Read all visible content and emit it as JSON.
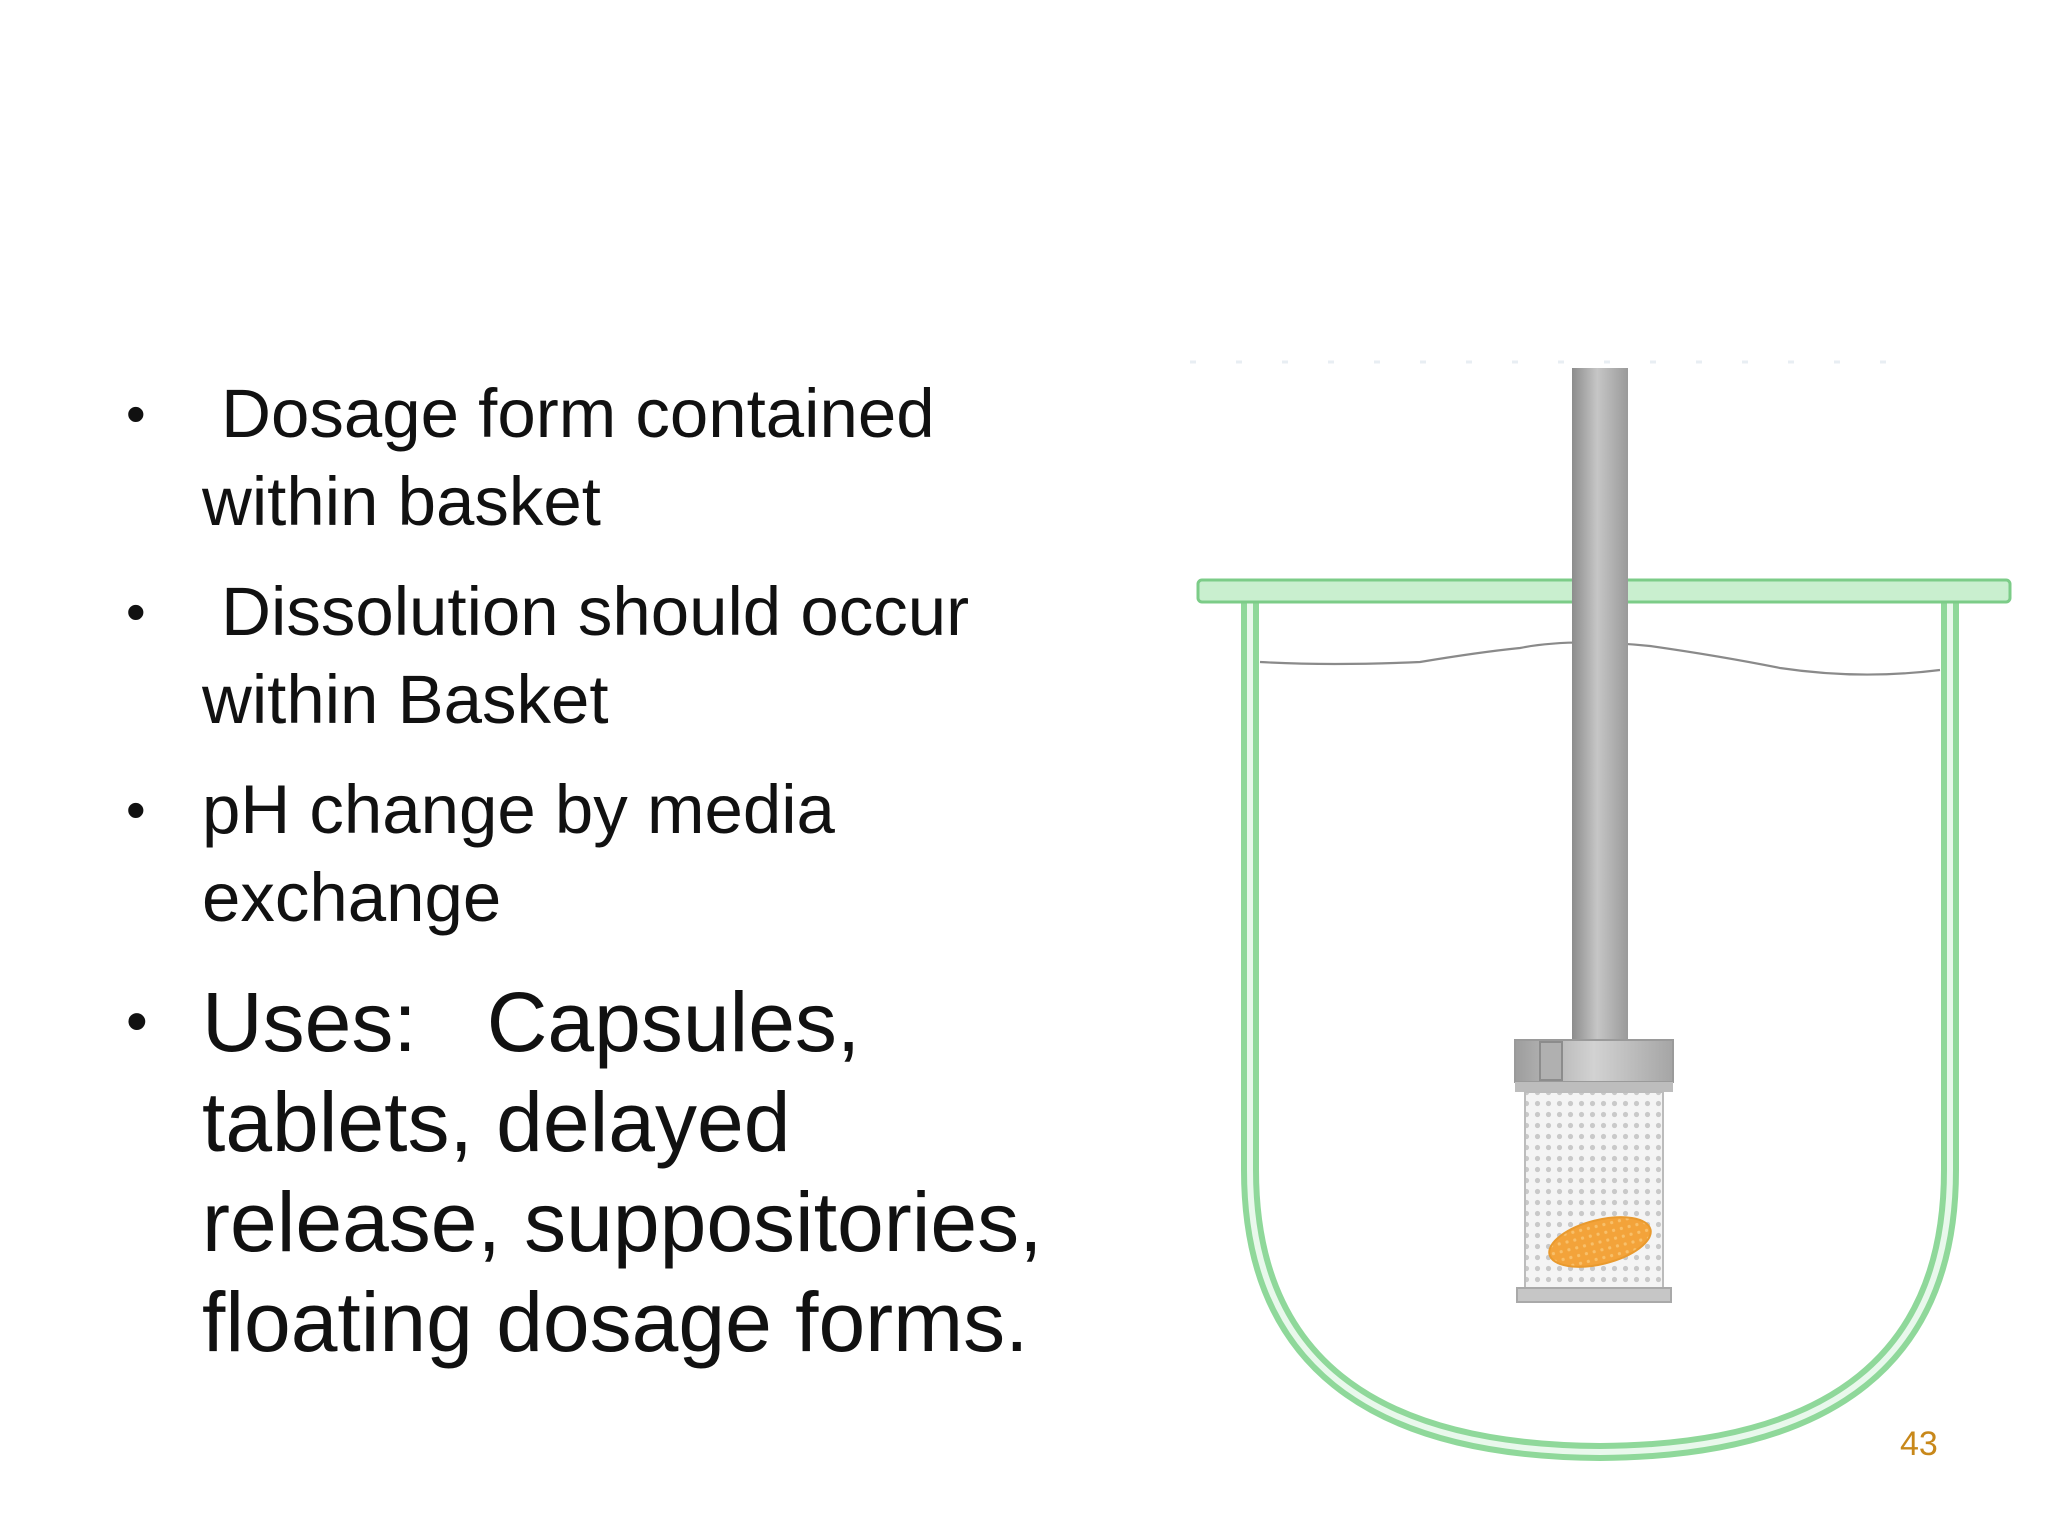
{
  "slide": {
    "bullets": [
      {
        "symbol": "•",
        "text": " Dosage form contained\nwithin basket",
        "size": "small"
      },
      {
        "symbol": "•",
        "text": " Dissolution should occur\nwithin Basket",
        "size": "small"
      },
      {
        "symbol": "•",
        "text": "pH change by media\nexchange",
        "size": "small"
      },
      {
        "symbol": "•",
        "text": "Uses:   Capsules,\ntablets, delayed\nrelease, suppositories,\nfloating dosage forms.",
        "size": "large"
      }
    ],
    "page_number": "43"
  },
  "colors": {
    "vessel_green": "#8fd89a",
    "shaft_gray": "#a8a8a8",
    "basket_gray": "#b9b9b9",
    "tablet_orange": "#f3a33a",
    "page_number": "#c8881a"
  }
}
